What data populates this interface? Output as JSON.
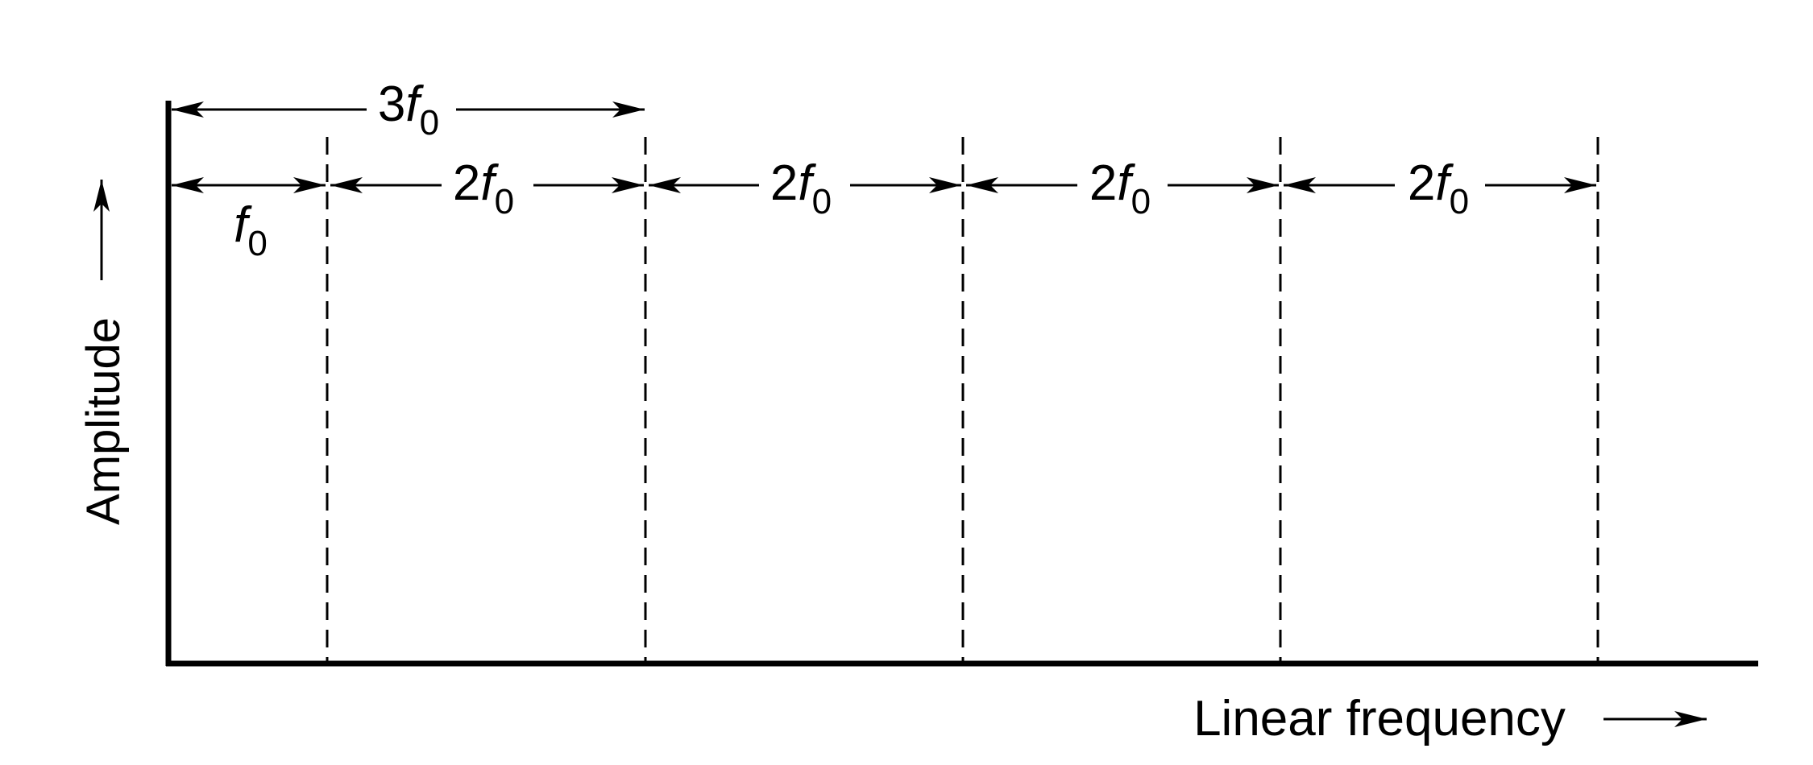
{
  "axes": {
    "y_label": "Amplitude",
    "x_label": "Linear frequency"
  },
  "dimensions": [
    {
      "coefficient": "3",
      "symbol": "f",
      "subscript": "0"
    },
    {
      "coefficient": "",
      "symbol": "f",
      "subscript": "0"
    },
    {
      "coefficient": "2",
      "symbol": "f",
      "subscript": "0"
    },
    {
      "coefficient": "2",
      "symbol": "f",
      "subscript": "0"
    },
    {
      "coefficient": "2",
      "symbol": "f",
      "subscript": "0"
    },
    {
      "coefficient": "2",
      "symbol": "f",
      "subscript": "0"
    }
  ]
}
